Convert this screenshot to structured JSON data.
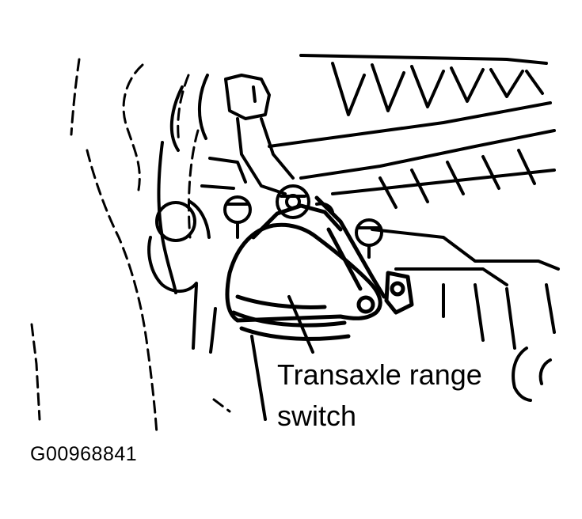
{
  "diagram": {
    "callout_line1": "Transaxle range",
    "callout_line2": "switch",
    "figure_id": "G00968841"
  },
  "colors": {
    "ink": "#000000",
    "paper": "#ffffff"
  }
}
